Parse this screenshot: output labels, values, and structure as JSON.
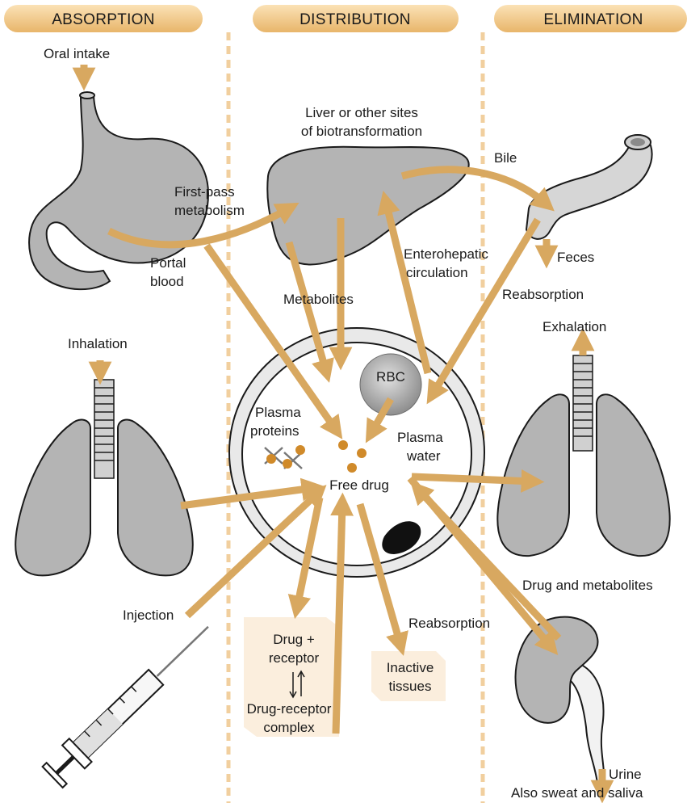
{
  "columns": {
    "absorption": "ABSORPTION",
    "distribution": "DISTRIBUTION",
    "elimination": "ELIMINATION"
  },
  "labels": {
    "oral_intake": "Oral intake",
    "first_pass_1": "First-pass",
    "first_pass_2": "metabolism",
    "portal_1": "Portal",
    "portal_2": "blood",
    "liver_1": "Liver or other sites",
    "liver_2": "of biotransformation",
    "bile": "Bile",
    "feces": "Feces",
    "enterohepatic_1": "Enterohepatic",
    "enterohepatic_2": "circulation",
    "reabsorption_top": "Reabsorption",
    "metabolites": "Metabolites",
    "inhalation": "Inhalation",
    "exhalation": "Exhalation",
    "rbc": "RBC",
    "plasma_proteins_1": "Plasma",
    "plasma_proteins_2": "proteins",
    "plasma_water_1": "Plasma",
    "plasma_water_2": "water",
    "free_drug": "Free drug",
    "injection": "Injection",
    "drug_receptor_1": "Drug +",
    "drug_receptor_2": "receptor",
    "complex_1": "Drug-receptor",
    "complex_2": "complex",
    "inactive_1": "Inactive",
    "inactive_2": "tissues",
    "reabsorption_bottom": "Reabsorption",
    "drug_metabolites": "Drug and metabolites",
    "urine": "Urine",
    "sweat_saliva": "Also sweat and saliva"
  },
  "colors": {
    "arrow": "#d8a860",
    "organ": "#b4b4b4",
    "header_fill": "#f1c98a",
    "box_fill": "#fbeedd",
    "particle": "#d08a2a"
  },
  "icons": [
    "stomach",
    "liver",
    "intestine",
    "lungs",
    "kidney",
    "syringe",
    "red-blood-cell",
    "blood-vessel"
  ]
}
